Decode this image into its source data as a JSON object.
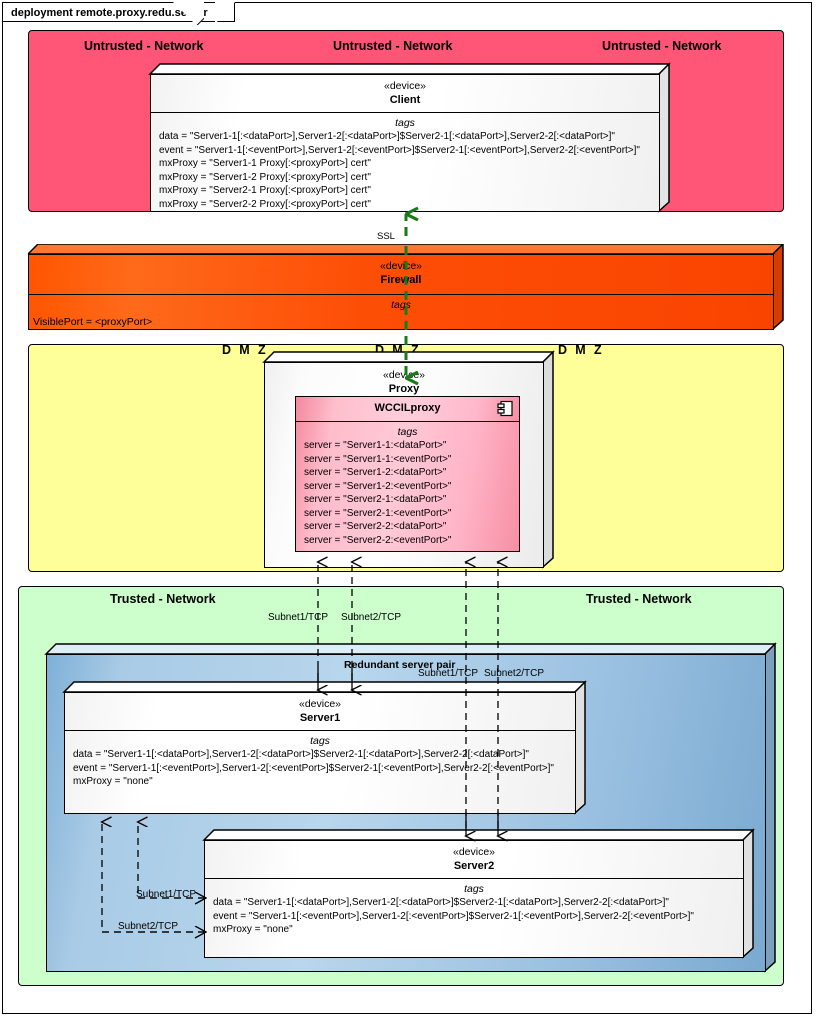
{
  "frame": {
    "title": "deployment remote.proxy.redu.server"
  },
  "zones": {
    "untrusted": {
      "labels": [
        "Untrusted - Network",
        "Untrusted - Network",
        "Untrusted - Network"
      ],
      "color": "#ff5577"
    },
    "dmz": {
      "labels": [
        "D M Z",
        "D M Z",
        "D M Z"
      ],
      "color": "#ffff99"
    },
    "trusted": {
      "labels": [
        "Trusted - Network",
        "Trusted - Network"
      ],
      "color": "#ccffcc"
    }
  },
  "client": {
    "stereotype": "«device»",
    "name": "Client",
    "tags_title": "tags",
    "tags": [
      "data = \"Server1-1[:<dataPort>],Server1-2[:<dataPort>]$Server2-1[:<dataPort>],Server2-2[:<dataPort>]\"",
      "event = \"Server1-1[:<eventPort>],Server1-2[:<eventPort>]$Server2-1[:<eventPort>],Server2-2[:<eventPort>]\"",
      "mxProxy = \"Server1-1 Proxy[:<proxyPort>] cert\"",
      "mxProxy = \"Server1-2 Proxy[:<proxyPort>] cert\"",
      "mxProxy = \"Server2-1 Proxy[:<proxyPort>] cert\"",
      "mxProxy = \"Server2-2 Proxy[:<proxyPort>] cert\""
    ]
  },
  "firewall": {
    "stereotype": "«device»",
    "name": "Firewall",
    "tags_title": "tags",
    "tags": [
      "VisiblePort = <proxyPort>"
    ],
    "color": "#ff5500"
  },
  "proxy": {
    "stereotype": "«device»",
    "name": "Proxy",
    "component": {
      "name": "WCCILproxy",
      "icon": "component-icon",
      "tags_title": "tags",
      "tags": [
        "server = \"Server1-1:<dataPort>\"",
        "server = \"Server1-1:<eventPort>\"",
        "server = \"Server1-2:<dataPort>\"",
        "server = \"Server1-2:<eventPort>\"",
        "server = \"Server2-1:<dataPort>\"",
        "server = \"Server2-1:<eventPort>\"",
        "server = \"Server2-2:<dataPort>\"",
        "server = \"Server2-2:<eventPort>\""
      ]
    }
  },
  "redundant_pair": {
    "label": "Redundant server pair"
  },
  "server1": {
    "stereotype": "«device»",
    "name": "Server1",
    "tags_title": "tags",
    "tags": [
      "data = \"Server1-1[:<dataPort>],Server1-2[:<dataPort>]$Server2-1[:<dataPort>],Server2-2[:<dataPort>]\"",
      "event = \"Server1-1[:<eventPort>],Server1-2[:<eventPort>]$Server2-1[:<eventPort>],Server2-2[:<eventPort>]\"",
      "mxProxy = \"none\""
    ]
  },
  "server2": {
    "stereotype": "«device»",
    "name": "Server2",
    "tags_title": "tags",
    "tags": [
      "data = \"Server1-1[:<dataPort>],Server1-2[:<dataPort>]$Server2-1[:<dataPort>],Server2-2[:<dataPort>]\"",
      "event = \"Server1-1[:<eventPort>],Server1-2[:<eventPort>]$Server2-1[:<eventPort>],Server2-2[:<eventPort>]\"",
      "mxProxy = \"none\""
    ]
  },
  "connections": {
    "ssl": "SSL",
    "proxy_to_server1": [
      "Subnet1/TCP",
      "Subnet2/TCP"
    ],
    "proxy_to_server2": [
      "Subnet1/TCP",
      "Subnet2/TCP"
    ],
    "server2_to_server1": [
      "Subnet1/TCP",
      "Subnet2/TCP"
    ]
  }
}
